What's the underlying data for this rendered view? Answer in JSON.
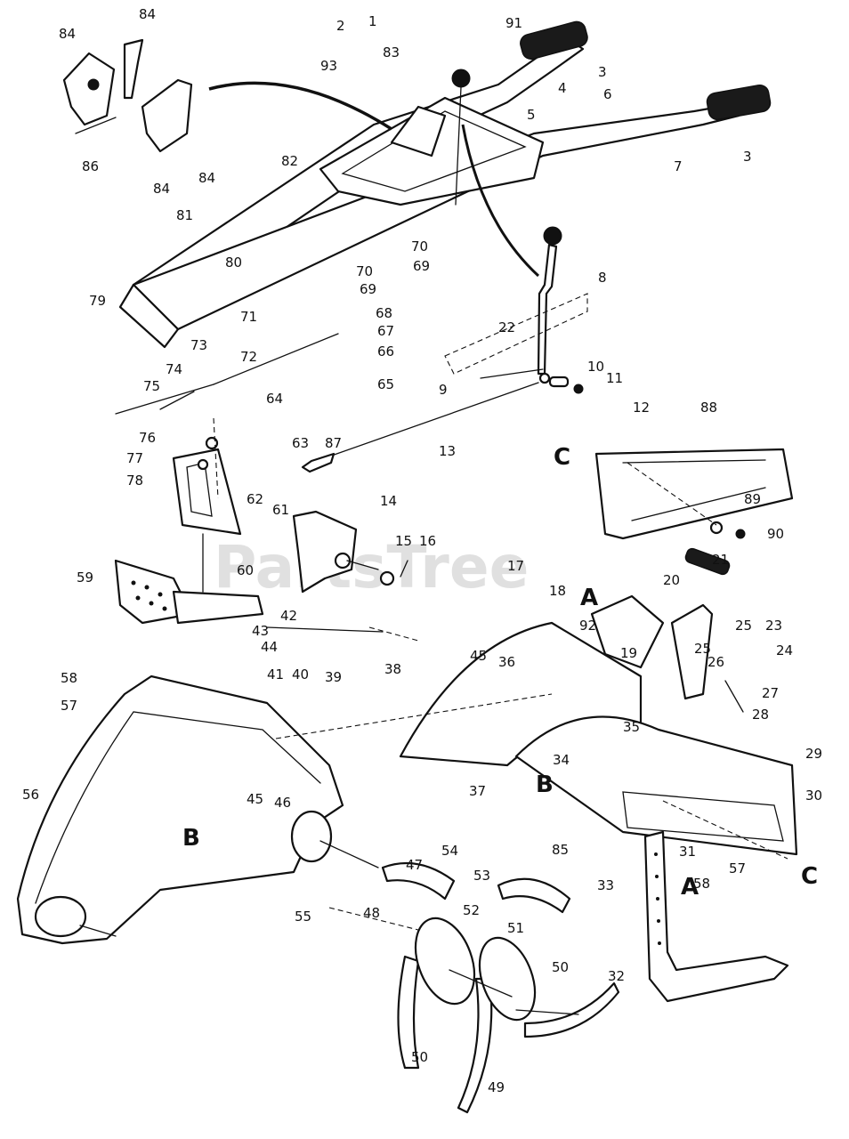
{
  "diagram": {
    "watermark": "PartsTree",
    "section_letters": [
      "C",
      "A",
      "B",
      "B",
      "A",
      "C"
    ],
    "callouts": [
      "1",
      "91",
      "2",
      "93",
      "83",
      "84",
      "84",
      "84",
      "84",
      "86",
      "3",
      "4",
      "5",
      "6",
      "7",
      "3",
      "82",
      "81",
      "70",
      "69",
      "70",
      "69",
      "80",
      "79",
      "68",
      "71",
      "67",
      "66",
      "65",
      "73",
      "72",
      "74",
      "75",
      "64",
      "8",
      "22",
      "9",
      "10",
      "11",
      "12",
      "13",
      "87",
      "63",
      "76",
      "77",
      "78",
      "14",
      "15",
      "16",
      "62",
      "61",
      "60",
      "42",
      "59",
      "43",
      "44",
      "41",
      "40",
      "39",
      "38",
      "88",
      "89",
      "90",
      "17",
      "18",
      "92",
      "21",
      "20",
      "25",
      "23",
      "24",
      "45",
      "36",
      "19",
      "25",
      "26",
      "27",
      "28",
      "58",
      "57",
      "35",
      "34",
      "29",
      "37",
      "30",
      "56",
      "45",
      "46",
      "85",
      "31",
      "57",
      "58",
      "33",
      "47",
      "54",
      "53",
      "52",
      "51",
      "55",
      "48",
      "50",
      "32",
      "50",
      "49"
    ]
  }
}
